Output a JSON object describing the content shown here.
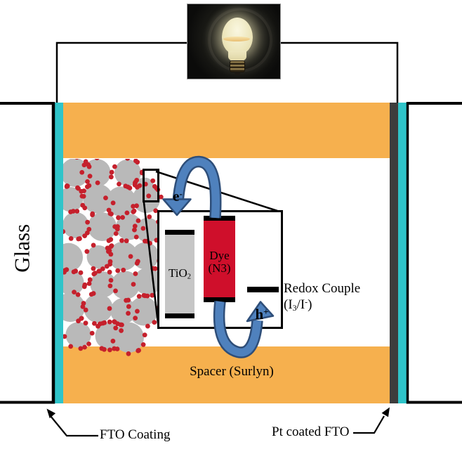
{
  "figure": {
    "glass_label": "Glass",
    "spacer_label": "Spacer (Surlyn)",
    "fto_label": "FTO Coating",
    "pt_label": "Pt coated FTO"
  },
  "inset": {
    "tio2": {
      "base": "TiO",
      "sub": "2"
    },
    "dye": {
      "line1": "Dye",
      "line2": "(N3)"
    },
    "redox": {
      "title": "Redox Couple",
      "f_open": "(I",
      "f_sub": "3",
      "f_mid": "/I",
      "f_sup": "-",
      "f_close": ")"
    }
  },
  "carriers": {
    "electron": {
      "base": "e",
      "sup": "-"
    },
    "hole": {
      "base": "h",
      "sup": "+"
    }
  },
  "colors": {
    "spacer_orange": "#F6B04E",
    "fto_cyan": "#2FC4C9",
    "pt_gray": "#3D3D3D",
    "dye_red": "#CF0F2B",
    "tio2_gray": "#C6C6C6",
    "particle_gray": "#B9B9B9",
    "dye_dot_red": "#C5202C",
    "arrow_blue": "#4F81BD",
    "arrow_blue_dark": "#2E4E79",
    "line_black": "#000000"
  }
}
